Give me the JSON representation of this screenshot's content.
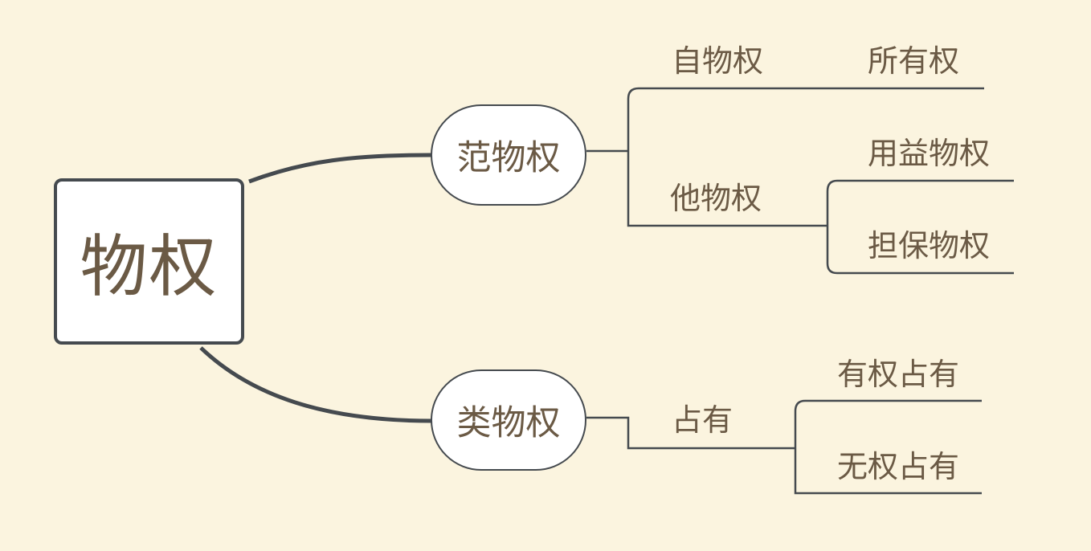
{
  "root": {
    "label": "物权"
  },
  "branches": [
    {
      "label": "范物权",
      "children": [
        {
          "label": "自物权",
          "children": [
            "所有权"
          ]
        },
        {
          "label": "他物权",
          "children": [
            "用益物权",
            "担保物权"
          ]
        }
      ]
    },
    {
      "label": "类物权",
      "children": [
        {
          "label": "占有",
          "children": [
            "有权占有",
            "无权占有"
          ]
        }
      ]
    }
  ],
  "colors": {
    "background": "#fbf4df",
    "line": "#454a4f",
    "text": "#6b5a45",
    "node_fill": "#ffffff"
  }
}
